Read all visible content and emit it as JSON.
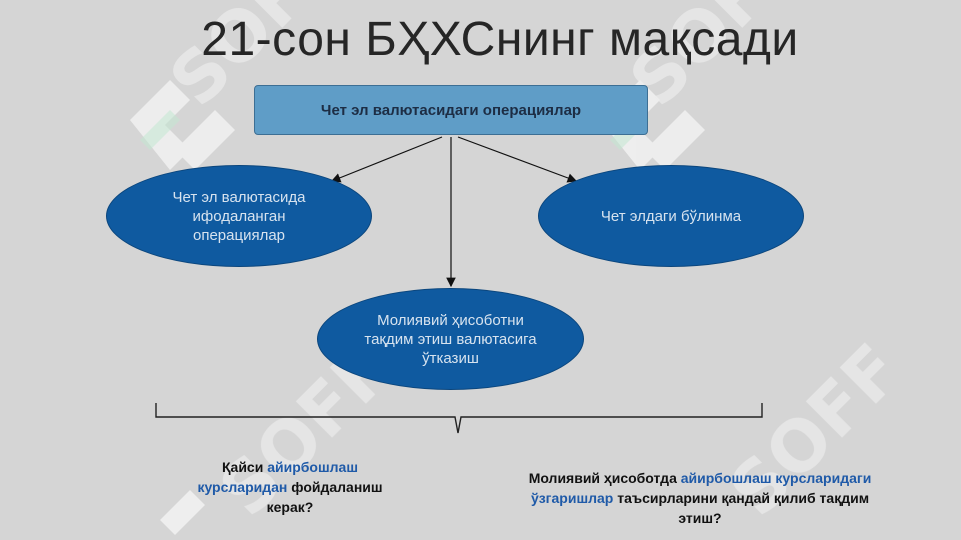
{
  "title": "21-сон БҲХСнинг мақсади",
  "top_box": "Чет эл валютасидаги операциялар",
  "nodes": {
    "left": "Чет эл валютасида ифодаланган операциялар",
    "right": "Чет элдаги бўлинма",
    "bottom": "Молиявий ҳисоботни тақдим этиш валютасига ўтказиш"
  },
  "question_left": {
    "p1": "Қайси ",
    "p2": "айирбошлаш курсларидан",
    "p3": " фойдаланиш керак?"
  },
  "question_right": {
    "p1": "Молиявий ҳисоботда ",
    "p2": "айирбошлаш курсларидаги ўзгаришлар",
    "p3": " таъсирларини қандай қилиб тақдим этиш?"
  },
  "colors": {
    "background": "#d5d5d5",
    "box": "#5f9dc7",
    "ellipse": "#0f5aa0",
    "highlight": "#1f5aa8"
  }
}
